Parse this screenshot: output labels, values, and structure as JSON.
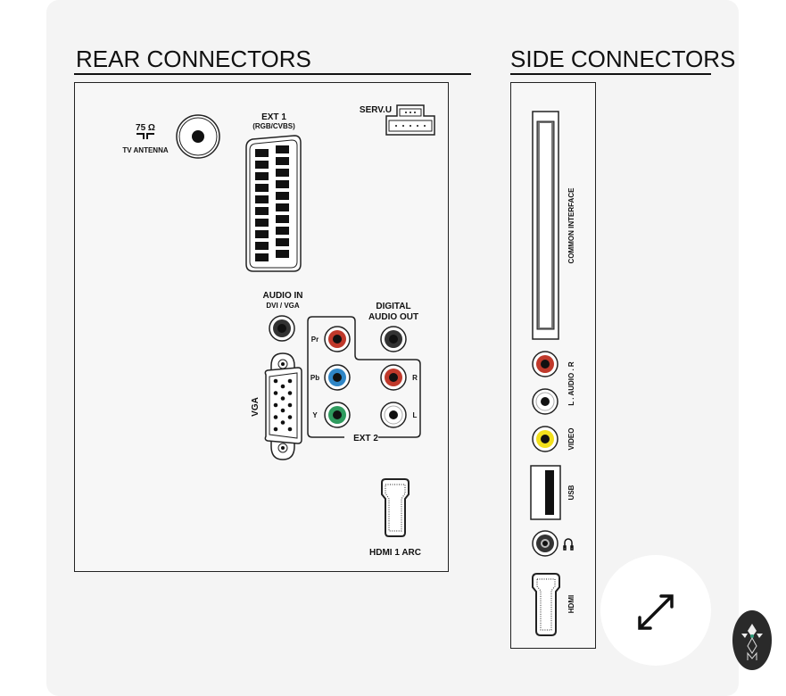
{
  "rear": {
    "title": "REAR CONNECTORS",
    "antenna_ohm": "75 Ω",
    "antenna_label": "TV ANTENNA",
    "ext1_label": "EXT 1",
    "ext1_sub": "(RGB/CVBS)",
    "servu_label": "SERV.U",
    "audio_in_label": "AUDIO IN",
    "audio_in_sub": "DVI / VGA",
    "digital_label": "DIGITAL",
    "audio_out_label": "AUDIO OUT",
    "pr": "Pr",
    "pb": "Pb",
    "y": "Y",
    "r": "R",
    "l": "L",
    "ext2_label": "EXT 2",
    "vga_label": "VGA",
    "hdmi_label": "HDMI 1 ARC"
  },
  "side": {
    "title": "SIDE CONNECTORS",
    "ci_label": "COMMON INTERFACE",
    "audio_label": "L . AUDIO . R",
    "video_label": "VIDEO",
    "usb_label": "USB",
    "hdmi_label": "HDMI"
  },
  "colors": {
    "red": "#c0392b",
    "blue": "#2f86c6",
    "green": "#2e9b5e",
    "yellow": "#f2e01c"
  },
  "icons": {
    "expand": "expand-arrows-icon",
    "logo": "brand-logo-icon"
  }
}
